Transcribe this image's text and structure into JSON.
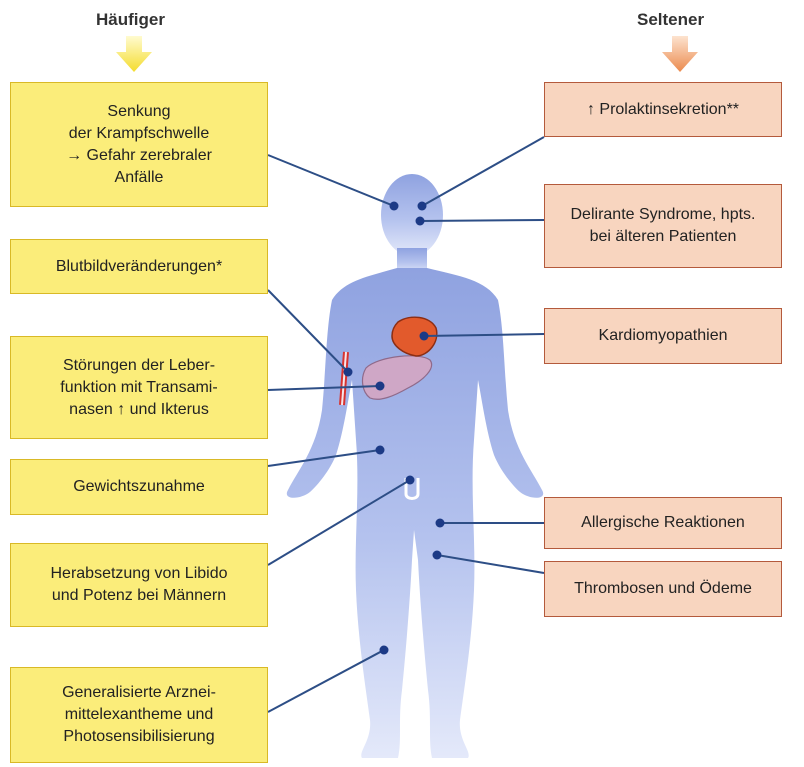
{
  "headers": {
    "left": "Häufiger",
    "right": "Seltener"
  },
  "colors": {
    "frequent_box": "#fbed7a",
    "frequent_border": "#d9b926",
    "rare_box": "#f8d5bf",
    "rare_border": "#b45a3c",
    "body": "#a8b6e8",
    "connector": "#2d4e86"
  },
  "frequent": [
    {
      "id": "krampf",
      "text": "Senkung\nder Krampfschwelle\n→ Gefahr zerebraler\nAnfälle"
    },
    {
      "id": "blutbild",
      "text": "Blutbildveränderungen*"
    },
    {
      "id": "leber",
      "text": "Störungen der Leber-\nfunktion mit Transami-\nnasen ↑ und Ikterus"
    },
    {
      "id": "gewicht",
      "text": "Gewichtszunahme"
    },
    {
      "id": "libido",
      "text": "Herabsetzung von Libido\nund Potenz bei Männern"
    },
    {
      "id": "exanthem",
      "text": "Generalisierte Arznei-\nmittelexantheme und\nPhotosensibilisierung"
    }
  ],
  "rare": [
    {
      "id": "prolaktin",
      "text": "↑ Prolaktinsekretion**"
    },
    {
      "id": "delir",
      "text": "Delirante Syndrome, hpts.\nbei älteren Patienten"
    },
    {
      "id": "kardio",
      "text": "Kardiomyopathien"
    },
    {
      "id": "allergie",
      "text": "Allergische Reaktionen"
    },
    {
      "id": "thrombose",
      "text": "Thrombosen und Ödeme"
    }
  ]
}
